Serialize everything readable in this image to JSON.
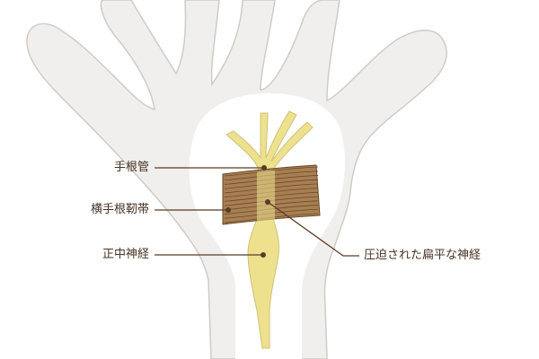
{
  "labels": {
    "carpal_tunnel": "手根管",
    "transverse_ligament": "横手根靭帯",
    "median_nerve": "正中神経",
    "compressed_nerve": "圧迫された扁平な神経"
  },
  "colors": {
    "hand_fill": "#f1efed",
    "hand_stroke": "#cfcbc7",
    "wrist_window": "#ffffff",
    "nerve_fill": "#ede18e",
    "nerve_stroke": "#cfc178",
    "ligament_fill": "#a87f52",
    "ligament_line": "#6a4a2a",
    "leader_line": "#5a3b26",
    "text": "#4a3426"
  }
}
